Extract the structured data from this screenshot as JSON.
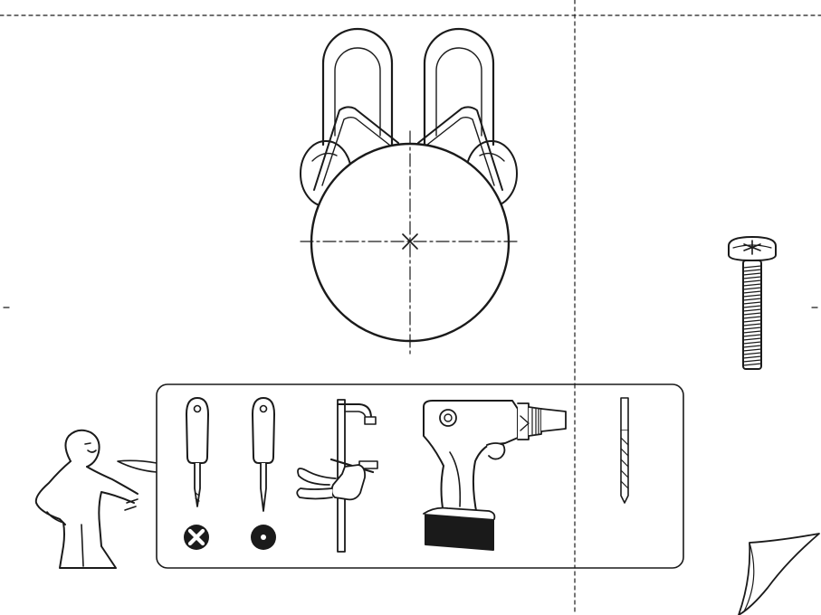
{
  "page": {
    "background": "#ffffff",
    "ink": "#1a1a1a"
  },
  "handle": {
    "icons": [
      "handle-top-view-drawing",
      "mounting-center-mark-icon"
    ]
  },
  "screw": {
    "icons": [
      "screw-icon"
    ]
  },
  "tools_panel": {
    "tools": [
      {
        "name": "phillips-screwdriver",
        "icon": "phillips-screwdriver-icon",
        "bit_icon": "phillips-tip-icon"
      },
      {
        "name": "flathead-awl",
        "icon": "awl-icon",
        "bit_icon": "pointed-tip-icon"
      },
      {
        "name": "bar-clamp",
        "icon": "bar-clamp-icon"
      },
      {
        "name": "cordless-drill",
        "icon": "cordless-drill-icon"
      },
      {
        "name": "drill-bit",
        "icon": "drill-bit-icon"
      }
    ]
  },
  "figure": {
    "icons": [
      "ikea-man-figure-icon",
      "speech-bubble-pointer-icon"
    ]
  }
}
